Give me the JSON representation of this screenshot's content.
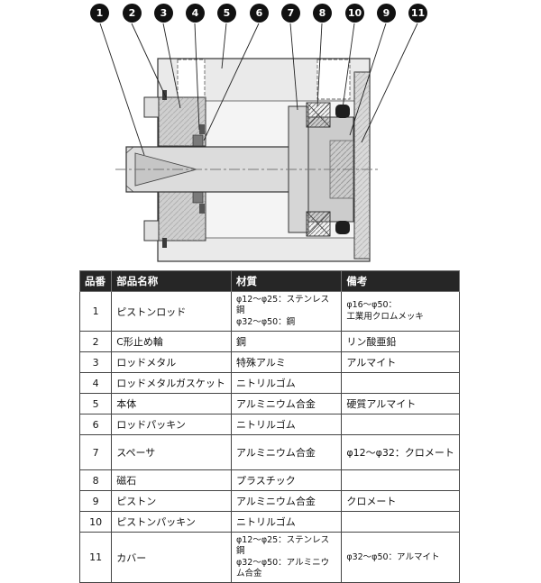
{
  "diagram": {
    "callouts": [
      "1",
      "2",
      "3",
      "4",
      "5",
      "6",
      "7",
      "8",
      "10",
      "9",
      "11"
    ]
  },
  "table": {
    "headers": [
      "品番",
      "部品名称",
      "材質",
      "備考"
    ],
    "rows": [
      {
        "no": "1",
        "name": "ピストンロッド",
        "material": "φ12〜φ25：ステンレス鋼\nφ32〜φ50：鋼",
        "note": "φ16〜φ50：\n工業用クロムメッキ"
      },
      {
        "no": "2",
        "name": "C形止め輪",
        "material": "鋼",
        "note": "リン酸亜鉛"
      },
      {
        "no": "3",
        "name": "ロッドメタル",
        "material": "特殊アルミ",
        "note": "アルマイト"
      },
      {
        "no": "4",
        "name": "ロッドメタルガスケット",
        "material": "ニトリルゴム",
        "note": ""
      },
      {
        "no": "5",
        "name": "本体",
        "material": "アルミニウム合金",
        "note": "硬質アルマイト"
      },
      {
        "no": "6",
        "name": "ロッドパッキン",
        "material": "ニトリルゴム",
        "note": ""
      },
      {
        "no": "7",
        "name": "スペーサ",
        "material": "アルミニウム合金",
        "note": "φ12〜φ32：クロメート"
      },
      {
        "no": "8",
        "name": "磁石",
        "material": "プラスチック",
        "note": ""
      },
      {
        "no": "9",
        "name": "ピストン",
        "material": "アルミニウム合金",
        "note": "クロメート"
      },
      {
        "no": "10",
        "name": "ピストンパッキン",
        "material": "ニトリルゴム",
        "note": ""
      },
      {
        "no": "11",
        "name": "カバー",
        "material": "φ12〜φ25：ステンレス鋼\nφ32〜φ50：アルミニウム合金",
        "note": "φ32〜φ50：アルマイト"
      }
    ]
  }
}
